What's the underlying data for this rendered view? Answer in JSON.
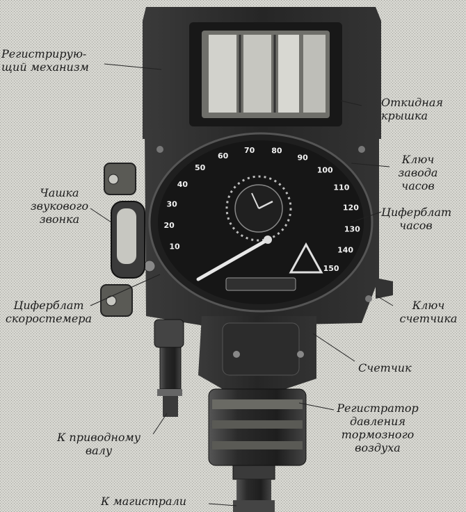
{
  "labels": {
    "reg_skorosti": [
      "Регистрирую-",
      "щий механизм"
    ],
    "otkidnaya_kryshka": [
      "Откидная",
      "крышка"
    ],
    "klyuch_zavoda": [
      "Ключ",
      "завода",
      "часов"
    ],
    "ciferblat_chasov": [
      "Циферблат",
      "часов"
    ],
    "chashka_zvonka": [
      "Чашка",
      "звукового",
      "звонка"
    ],
    "ciferblat_skorostemera": [
      "Циферблат",
      "скоростемера"
    ],
    "klyuch_schetchika": [
      "Ключ",
      "счетчика"
    ],
    "schetchik": "Счетчик",
    "reg_davleniya": [
      "Регистратор",
      "давления",
      "тормозного",
      "воздуха"
    ],
    "k_privodnomu_valu": [
      "К приводному",
      "валу"
    ],
    "k_magistrali": "К магистрали"
  },
  "dial": {
    "speed_numbers": [
      "10",
      "20",
      "30",
      "40",
      "50",
      "60",
      "70",
      "80",
      "90",
      "100",
      "110",
      "120",
      "130",
      "140",
      "150"
    ]
  }
}
